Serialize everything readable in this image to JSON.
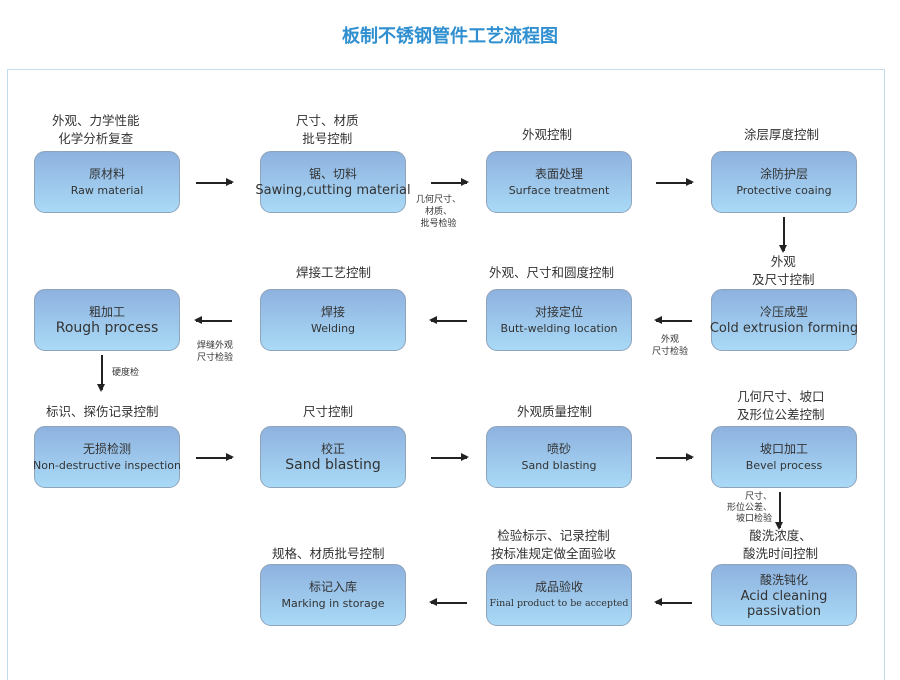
{
  "title": "板制不锈钢管件工艺流程图",
  "steps": [
    {
      "zh": "原材料",
      "en": "Raw material",
      "control": "外观、力学性能\n化学分析复查"
    },
    {
      "zh": "锯、切料",
      "en": "Sawing,cutting material",
      "control": "尺寸、材质\n批号控制"
    },
    {
      "zh": "表面处理",
      "en": "Surface treatment",
      "control": "外观控制"
    },
    {
      "zh": "涂防护层",
      "en": "Protective coaing",
      "control": "涂层厚度控制"
    },
    {
      "zh": "冷压成型",
      "en": "Cold extrusion forming",
      "control": "外观\n及尺寸控制"
    },
    {
      "zh": "对接定位",
      "en": "Butt-welding location",
      "control": "外观、尺寸和圆度控制"
    },
    {
      "zh": "焊接",
      "en": "Welding",
      "control": "焊接工艺控制"
    },
    {
      "zh": "粗加工",
      "en": "Rough process",
      "control": ""
    },
    {
      "zh": "无损检测",
      "en": "Non-destructive inspection",
      "control": "标识、探伤记录控制"
    },
    {
      "zh": "校正",
      "en": "Sand blasting",
      "control": "尺寸控制"
    },
    {
      "zh": "喷砂",
      "en": "Sand blasting",
      "control": "外观质量控制"
    },
    {
      "zh": "坡口加工",
      "en": "Bevel process",
      "control": "几何尺寸、坡口\n及形位公差控制"
    },
    {
      "zh": "酸洗钝化",
      "en": "Acid cleaning\npassivation",
      "control": "酸洗浓度、\n酸洗时间控制"
    },
    {
      "zh": "成品验收",
      "en": "Final product to be accepted",
      "control": "检验标示、记录控制\n按标准规定做全面验收"
    },
    {
      "zh": "标记入库",
      "en": "Marking in storage",
      "control": "规格、材质批号控制"
    }
  ],
  "notes": {
    "n1": "几何尺寸、\n材质、\n批号检验",
    "n2": "外观\n尺寸检验",
    "n3": "焊缝外观\n尺寸检验",
    "n4": "硬度检",
    "n5": "尺寸、\n形位公差、\n坡口检验"
  }
}
